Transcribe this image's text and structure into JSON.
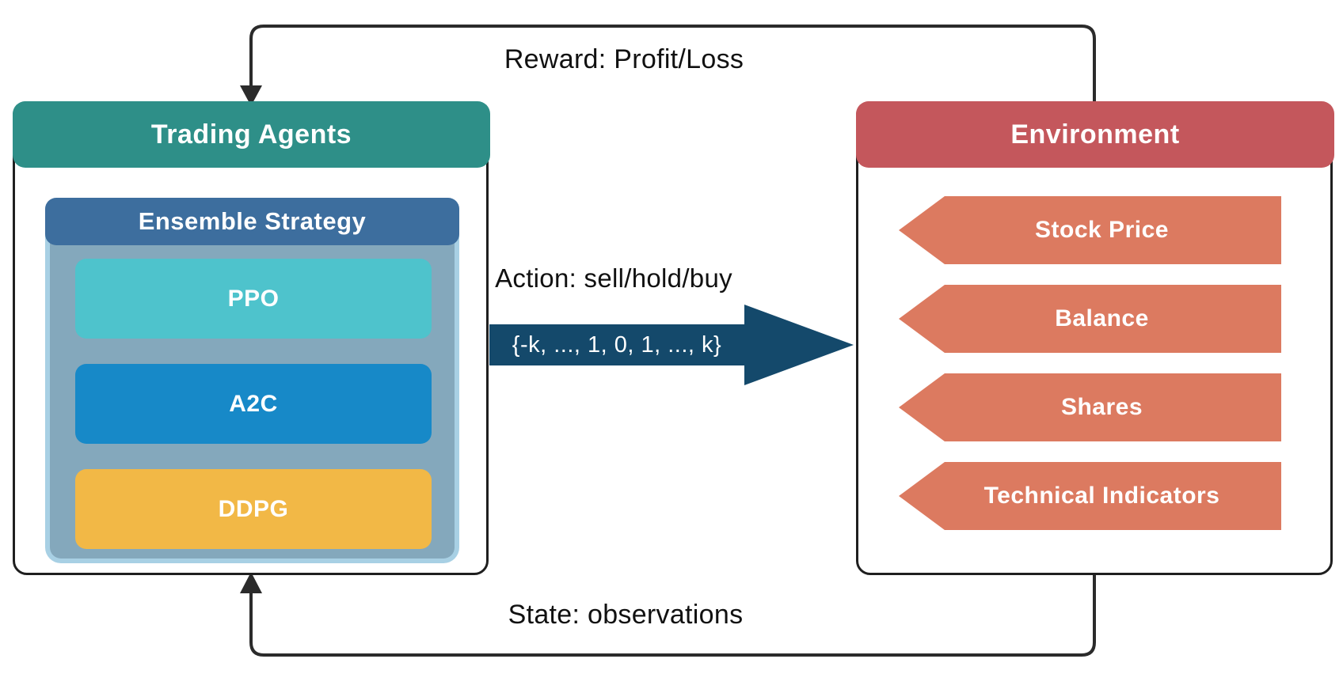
{
  "agents": {
    "title": "Trading Agents",
    "ensemble": {
      "title": "Ensemble Strategy",
      "algorithms": [
        "PPO",
        "A2C",
        "DDPG"
      ]
    }
  },
  "environment": {
    "title": "Environment",
    "observations": [
      "Stock Price",
      "Balance",
      "Shares",
      "Technical Indicators"
    ]
  },
  "flows": {
    "reward": "Reward: Profit/Loss",
    "action_label": "Action: sell/hold/buy",
    "action_set": "{-k, ..., 1, 0, 1, ..., k}",
    "state": "State: observations"
  },
  "colors": {
    "agents_header": "#2E8F88",
    "ensemble_header": "#3D6E9E",
    "ensemble_body": "#84A8BC",
    "ensemble_border": "#A8D0E4",
    "ppo": "#4EC3CC",
    "a2c": "#1789C8",
    "ddpg": "#F2B846",
    "environment_header": "#C4575C",
    "observation_arrow": "#DC7A60",
    "action_arrow": "#14496B",
    "connector": "#2B2B2B"
  }
}
